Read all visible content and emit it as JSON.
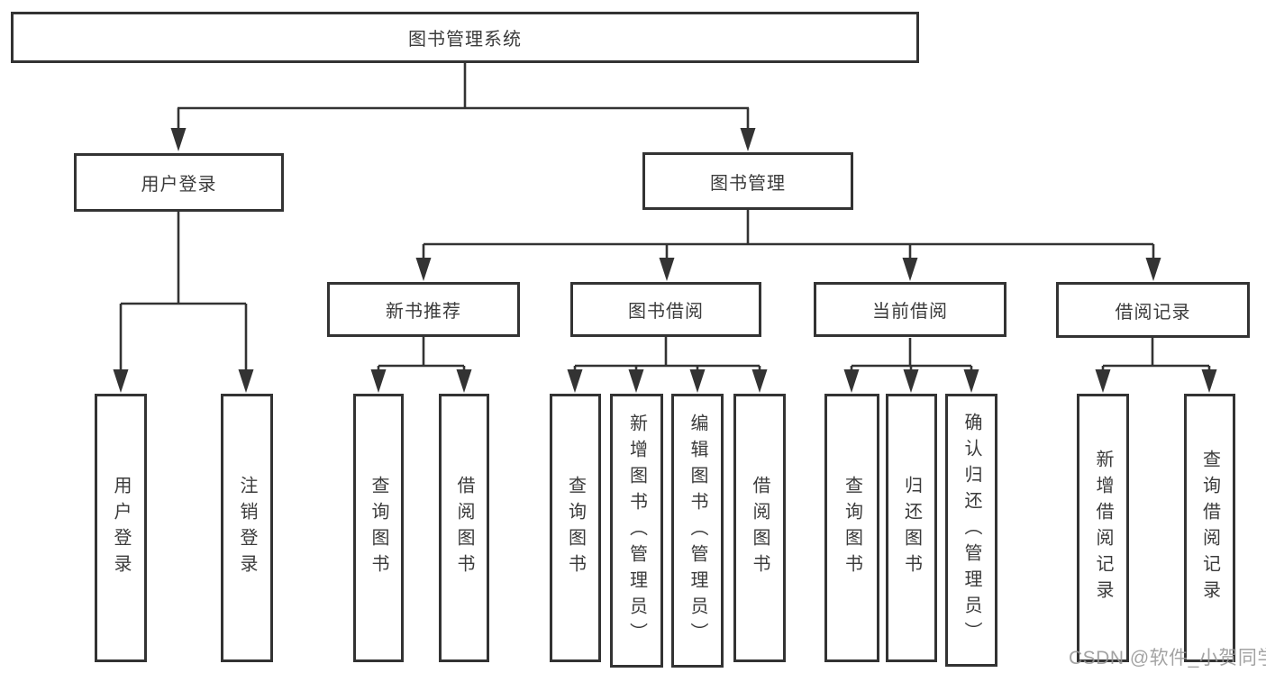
{
  "title": "图书管理系统",
  "colors": {
    "line": "#333333",
    "border": "#333333",
    "text": "#3b3b3b",
    "box_bg": "#ffffff",
    "watermark": "#969696"
  },
  "tree": {
    "root": "图书管理系统",
    "user_login": {
      "label": "用户登录",
      "children": {
        "login": "用户登录",
        "logout": "注销登录"
      }
    },
    "book_mgmt": {
      "label": "图书管理",
      "sections": {
        "new_books": {
          "label": "新书推荐",
          "children": {
            "query": "查询图书",
            "borrow": "借阅图书"
          }
        },
        "book_borrow": {
          "label": "图书借阅",
          "children": {
            "query": "查询图书",
            "add": "新增图书（管理员）",
            "edit": "编辑图书（管理员）",
            "borrow": "借阅图书"
          }
        },
        "current_borrow": {
          "label": "当前借阅",
          "children": {
            "query": "查询图书",
            "return": "归还图书",
            "confirm": "确认归还（管理员）"
          }
        },
        "borrow_records": {
          "label": "借阅记录",
          "children": {
            "add": "新增借阅记录",
            "query": "查询借阅记录"
          }
        }
      }
    }
  },
  "watermark": "CSDN @软件_小贺同学"
}
